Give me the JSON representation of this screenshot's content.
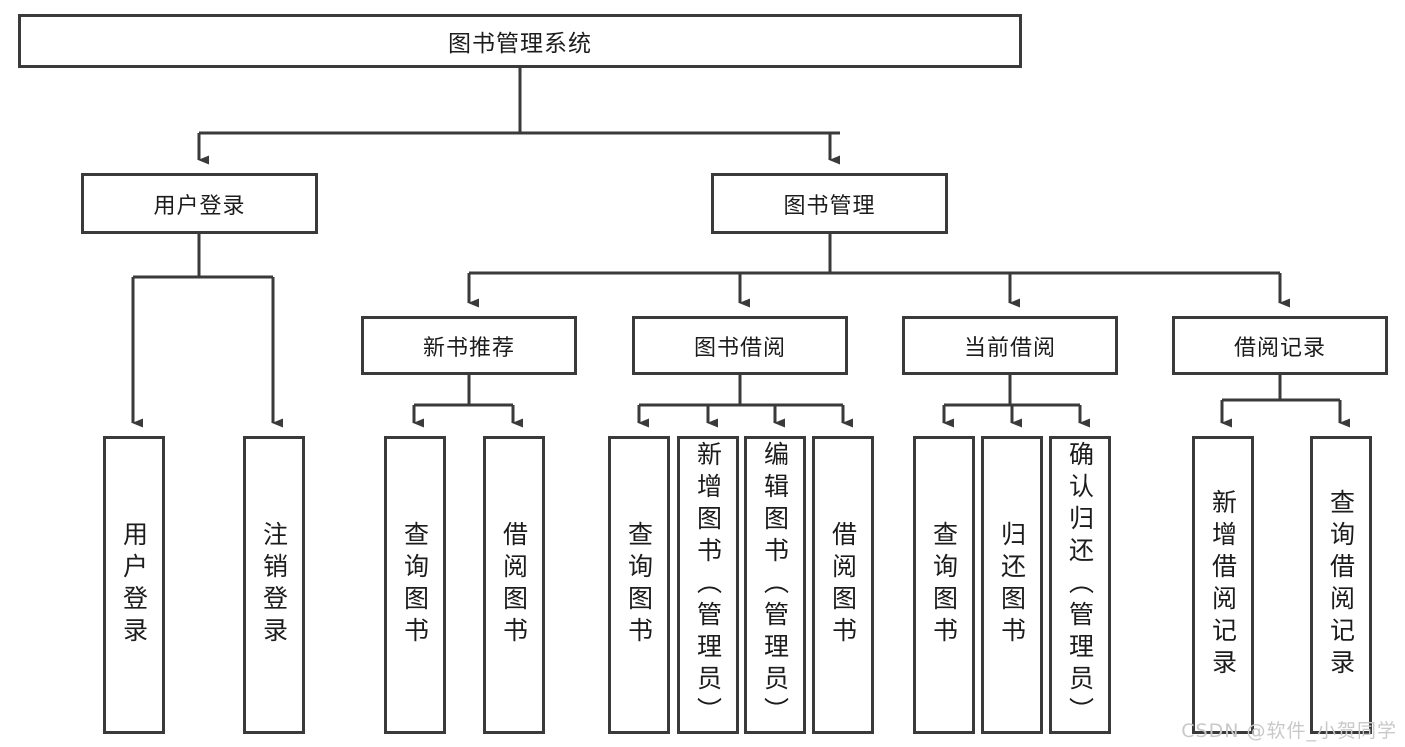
{
  "diagram": {
    "title": "图书管理系统",
    "type": "tree-hierarchy-chart",
    "root": {
      "label": "图书管理系统"
    },
    "level2": [
      {
        "label": "用户登录"
      },
      {
        "label": "图书管理"
      }
    ],
    "level3": [
      {
        "label": "新书推荐"
      },
      {
        "label": "图书借阅"
      },
      {
        "label": "当前借阅"
      },
      {
        "label": "借阅记录"
      }
    ],
    "leaves": {
      "user_login": [
        {
          "label": "用户登录"
        },
        {
          "label": "注销登录"
        }
      ],
      "new_book_recommend": [
        {
          "label": "查询图书"
        },
        {
          "label": "借阅图书"
        }
      ],
      "book_borrow": [
        {
          "label": "查询图书"
        },
        {
          "label": "新增图书（管理员）"
        },
        {
          "label": "编辑图书（管理员）"
        },
        {
          "label": "借阅图书"
        }
      ],
      "current_borrow": [
        {
          "label": "查询图书"
        },
        {
          "label": "归还图书"
        },
        {
          "label": "确认归还（管理员）"
        }
      ],
      "borrow_record": [
        {
          "label": "新增借阅记录"
        },
        {
          "label": "查询借阅记录"
        }
      ]
    }
  },
  "watermark": {
    "text": "CSDN @软件_小贺同学"
  },
  "colors": {
    "border": "#3a3a3a",
    "text": "#1c1c1c",
    "background": "#ffffff",
    "watermark": "#c9c9c9"
  }
}
